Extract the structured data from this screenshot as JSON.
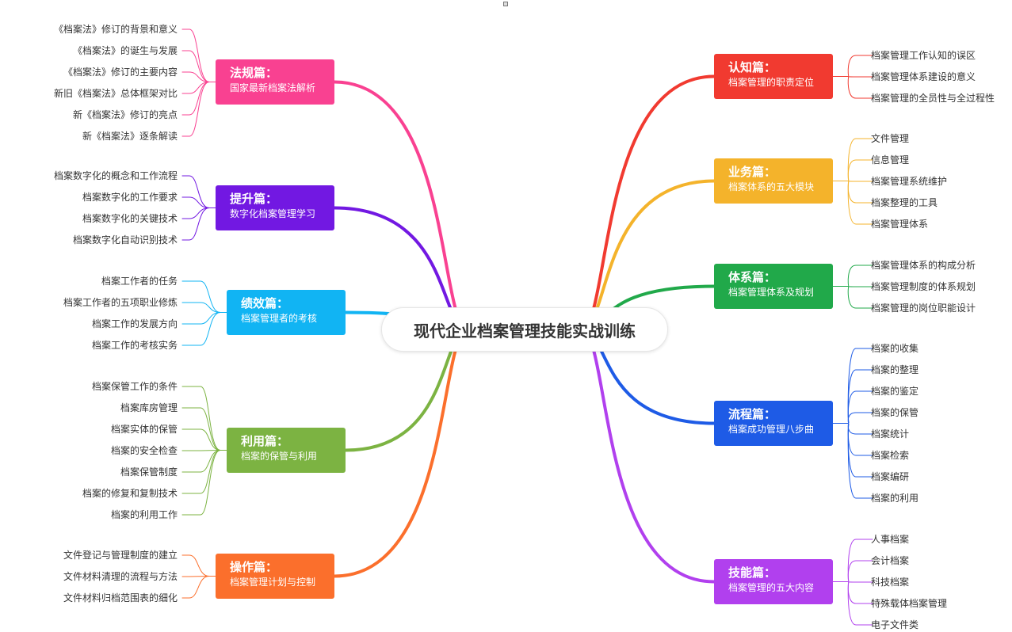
{
  "center": {
    "title": "现代企业档案管理技能实战训练"
  },
  "branches": [
    {
      "title": "认知篇：",
      "subtitle": "档案管理的职责定位",
      "color": "#f13a30",
      "items": [
        "档案管理工作认知的误区",
        "档案管理体系建设的意义",
        "档案管理的全员性与全过程性"
      ]
    },
    {
      "title": "业务篇：",
      "subtitle": "档案体系的五大模块",
      "color": "#f4b32b",
      "items": [
        "文件管理",
        "信息管理",
        "档案管理系统维护",
        "档案整理的工具",
        "档案管理体系"
      ]
    },
    {
      "title": "体系篇：",
      "subtitle": "档案管理体系及规划",
      "color": "#21a94a",
      "items": [
        "档案管理体系的构成分析",
        "档案管理制度的体系规划",
        "档案管理的岗位职能设计"
      ]
    },
    {
      "title": "流程篇：",
      "subtitle": "档案成功管理八步曲",
      "color": "#1e5be6",
      "items": [
        "档案的收集",
        "档案的整理",
        "档案的鉴定",
        "档案的保管",
        "档案统计",
        "档案检索",
        "档案编研",
        "档案的利用"
      ]
    },
    {
      "title": "技能篇：",
      "subtitle": "档案管理的五大内容",
      "color": "#b140ee",
      "items": [
        "人事档案",
        "会计档案",
        "科技档案",
        "特殊载体档案管理",
        "电子文件类"
      ]
    },
    {
      "title": "法规篇：",
      "subtitle": "国家最新档案法解析",
      "color": "#f94191",
      "items": [
        "《档案法》修订的背景和意义",
        "《档案法》的诞生与发展",
        "《档案法》修订的主要内容",
        "新旧《档案法》总体框架对比",
        "新《档案法》修订的亮点",
        "新《档案法》逐条解读"
      ]
    },
    {
      "title": "提升篇：",
      "subtitle": "数字化档案管理学习",
      "color": "#7218e2",
      "items": [
        "档案数字化的概念和工作流程",
        "档案数字化的工作要求",
        "档案数字化的关键技术",
        "档案数字化自动识别技术"
      ]
    },
    {
      "title": "绩效篇：",
      "subtitle": "档案管理者的考核",
      "color": "#11b4f3",
      "items": [
        "档案工作者的任务",
        "档案工作者的五项职业修炼",
        "档案工作的发展方向",
        "档案工作的考核实务"
      ]
    },
    {
      "title": "利用篇：",
      "subtitle": "档案的保管与利用",
      "color": "#7cb342",
      "items": [
        "档案保管工作的条件",
        "档案库房管理",
        "档案实体的保管",
        "档案的安全检查",
        "档案保管制度",
        "档案的修复和复制技术",
        "档案的利用工作"
      ]
    },
    {
      "title": "操作篇：",
      "subtitle": "档案管理计划与控制",
      "color": "#fb6f2c",
      "items": [
        "文件登记与管理制度的建立",
        "文件材料清理的流程与方法",
        "文件材料归档范围表的细化"
      ]
    }
  ]
}
